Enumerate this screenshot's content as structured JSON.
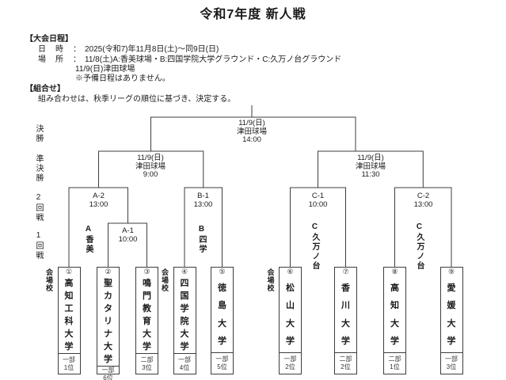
{
  "title": "令和7年度 新人戦",
  "schedule": {
    "heading": "【大会日程】",
    "date_label": "日　時　：",
    "date_value": "2025(令和7)年11月8日(土)～同9日(日)",
    "place_label": "場　所　：",
    "place_line1": "11/8(土)A:香美球場・B:四国学院大学グラウンド・C:久万ノ台グラウンド",
    "place_line2": "11/9(日)津田球場",
    "place_note": "※予備日程はありません。"
  },
  "pairing": {
    "heading": "【組合せ】",
    "note": "組み合わせは、秋季リーグの順位に基づき、決定する。"
  },
  "rounds": [
    "決勝",
    "準決勝",
    "2回戦",
    "1回戦"
  ],
  "final": {
    "date": "11/9(日)",
    "venue": "津田球場",
    "time": "14:00"
  },
  "semifinals": [
    {
      "date": "11/9(日)",
      "venue": "津田球場",
      "time": "9:00"
    },
    {
      "date": "11/9(日)",
      "venue": "津田球場",
      "time": "11:30"
    }
  ],
  "games": [
    {
      "id": "A-2",
      "time": "13:00"
    },
    {
      "id": "A-1",
      "time": "10:00"
    },
    {
      "id": "B-1",
      "time": "13:00"
    },
    {
      "id": "C-1",
      "time": "10:00"
    },
    {
      "id": "C-2",
      "time": "13:00"
    }
  ],
  "venues": [
    "A香美",
    "B四学",
    "C久万ノ台",
    "C久万ノ台"
  ],
  "host_label": "会場校",
  "teams": [
    {
      "no": "①",
      "name": "高知工科大学",
      "division": "一部",
      "rank": "1位",
      "host": true
    },
    {
      "no": "②",
      "name": "聖カタリナ大学",
      "division": "一部",
      "rank": "6位",
      "host": false
    },
    {
      "no": "③",
      "name": "鳴門教育大学",
      "division": "二部",
      "rank": "3位",
      "host": false
    },
    {
      "no": "④",
      "name": "四国学院大学",
      "division": "一部",
      "rank": "4位",
      "host": true
    },
    {
      "no": "⑤",
      "name": "徳島大学",
      "division": "一部",
      "rank": "5位",
      "host": false
    },
    {
      "no": "⑥",
      "name": "松山大学",
      "division": "一部",
      "rank": "2位",
      "host": true
    },
    {
      "no": "⑦",
      "name": "香川大学",
      "division": "二部",
      "rank": "2位",
      "host": false
    },
    {
      "no": "⑧",
      "name": "高知大学",
      "division": "二部",
      "rank": "1位",
      "host": false
    },
    {
      "no": "⑨",
      "name": "愛媛大学",
      "division": "一部",
      "rank": "3位",
      "host": false
    }
  ]
}
